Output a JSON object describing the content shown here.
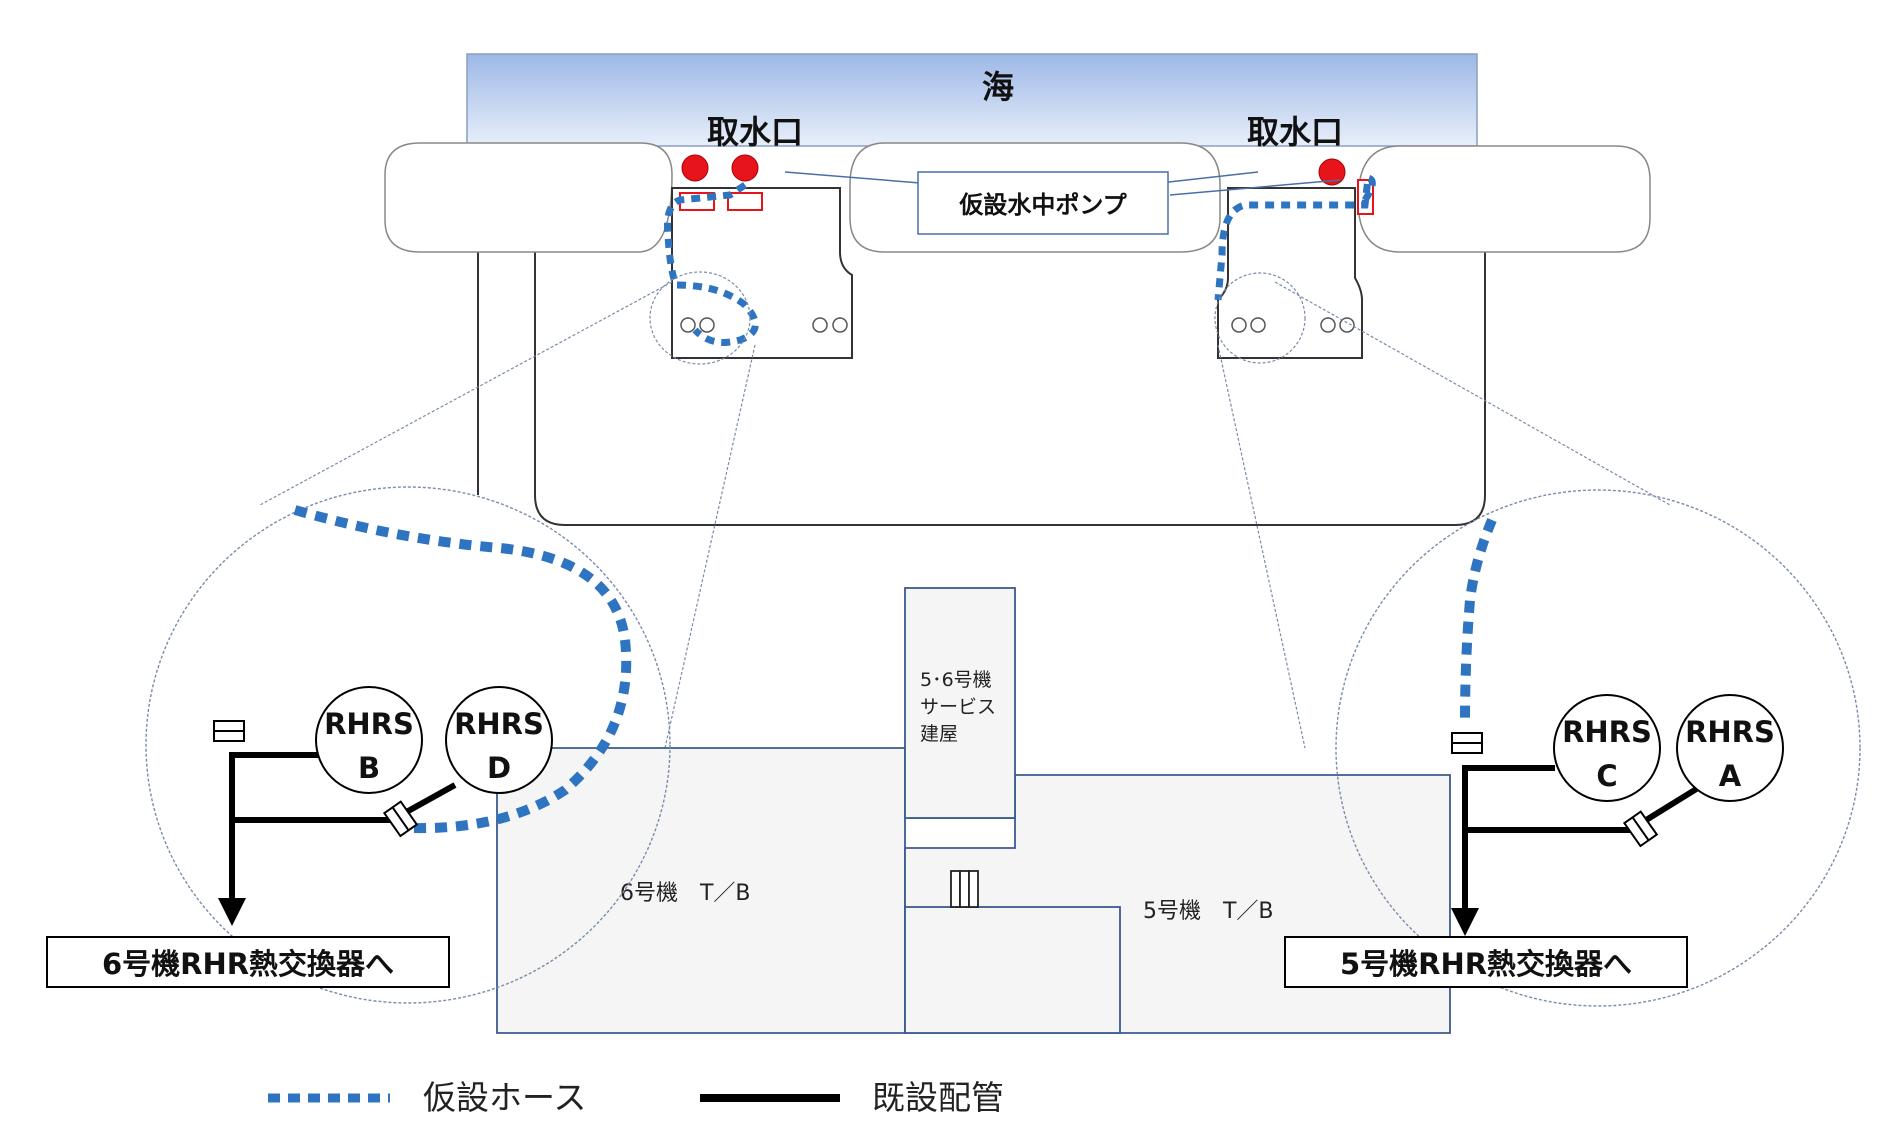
{
  "sea": {
    "label": "海"
  },
  "intake_left": {
    "label": "取水口"
  },
  "intake_right": {
    "label": "取水口"
  },
  "pump_callout": {
    "label": "仮設水中ポンプ"
  },
  "service_building": {
    "lines": [
      "5･6号機",
      "サービス",
      "建屋"
    ]
  },
  "turbine_buildings": {
    "unit6": "6号機　T／B",
    "unit5": "5号機　T／B"
  },
  "unit6_pumps": [
    {
      "line1": "RHRS",
      "line2": "B"
    },
    {
      "line1": "RHRS",
      "line2": "D"
    }
  ],
  "unit5_pumps": [
    {
      "line1": "RHRS",
      "line2": "C"
    },
    {
      "line1": "RHRS",
      "line2": "A"
    }
  ],
  "unit6_destination": "6号機RHR熱交換器へ",
  "unit5_destination": "5号機RHR熱交換器へ",
  "legend": {
    "hose": "仮設ホース",
    "pipe": "既設配管"
  },
  "colors": {
    "sea_top": "#9db8e6",
    "sea_bottom": "#e6eefa",
    "hose": "#2f74c0",
    "pipe": "#000000",
    "pump_marker": "#e8141c",
    "building_fill": "#f5f5f5",
    "building_stroke": "#3c5a8c"
  }
}
